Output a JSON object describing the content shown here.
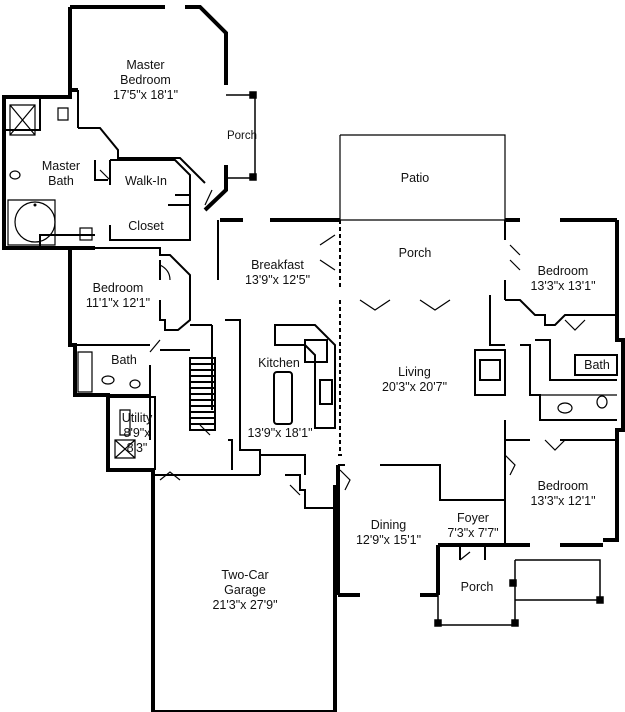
{
  "rooms": {
    "master_bedroom": {
      "name_1": "Master",
      "name_2": "Bedroom",
      "dims": "17'5\"x 18'1\""
    },
    "master_bath": {
      "name_1": "Master",
      "name_2": "Bath"
    },
    "walk_in": {
      "name": "Walk-In"
    },
    "closet": {
      "name": "Closet"
    },
    "porch_master": {
      "name": "Porch"
    },
    "patio": {
      "name": "Patio"
    },
    "porch_rear": {
      "name": "Porch"
    },
    "breakfast": {
      "name": "Breakfast",
      "dims": "13'9\"x 12'5\""
    },
    "bedroom_left": {
      "name": "Bedroom",
      "dims": "11'1\"x 12'1\""
    },
    "bedroom_right_top": {
      "name": "Bedroom",
      "dims": "13'3\"x 13'1\""
    },
    "bath_left": {
      "name": "Bath"
    },
    "bath_right": {
      "name": "Bath"
    },
    "kitchen": {
      "name": "Kitchen",
      "dims": "13'9\"x 18'1\""
    },
    "living": {
      "name": "Living",
      "dims": "20'3\"x 20'7\""
    },
    "utility": {
      "name": "Utility",
      "dims_1": "8'9\"x",
      "dims_2": "8'3\""
    },
    "bedroom_right_bottom": {
      "name": "Bedroom",
      "dims": "13'3\"x 12'1\""
    },
    "foyer": {
      "name": "Foyer",
      "dims": "7'3\"x 7'7\""
    },
    "dining": {
      "name": "Dining",
      "dims": "12'9\"x 15'1\""
    },
    "porch_front": {
      "name": "Porch"
    },
    "garage": {
      "name_1": "Two-Car",
      "name_2": "Garage",
      "dims": "21'3\"x 27'9\""
    }
  }
}
